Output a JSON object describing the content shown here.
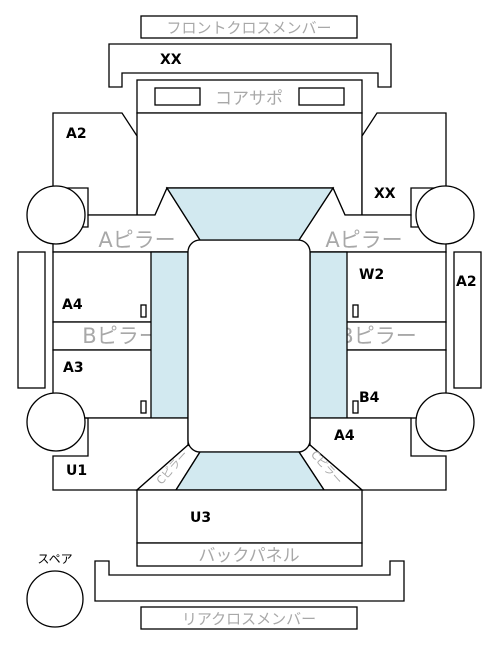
{
  "labels": {
    "front_cross_member": "フロントクロスメンバー",
    "core_support": "コアサポ",
    "a_pillar_left": "Aピラー",
    "a_pillar_right": "Aピラー",
    "b_pillar_left": "Bピラー",
    "b_pillar_right": "Bピラー",
    "c_pillar_left": "Cピラー",
    "c_pillar_right": "Cピラー",
    "back_panel": "バックパネル",
    "rear_cross_member": "リアクロスメンバー",
    "spare": "スペア"
  },
  "codes": {
    "front_member": "XX",
    "front_left_fender": "A2",
    "front_right_fender": "XX",
    "right_sill": "A2",
    "front_left_door": "A4",
    "rear_left_door": "A3",
    "front_right_door": "W2",
    "rear_right_door": "B4",
    "rear_right_quarter": "A4",
    "rear_left_quarter": "U1",
    "trunk": "U3"
  }
}
